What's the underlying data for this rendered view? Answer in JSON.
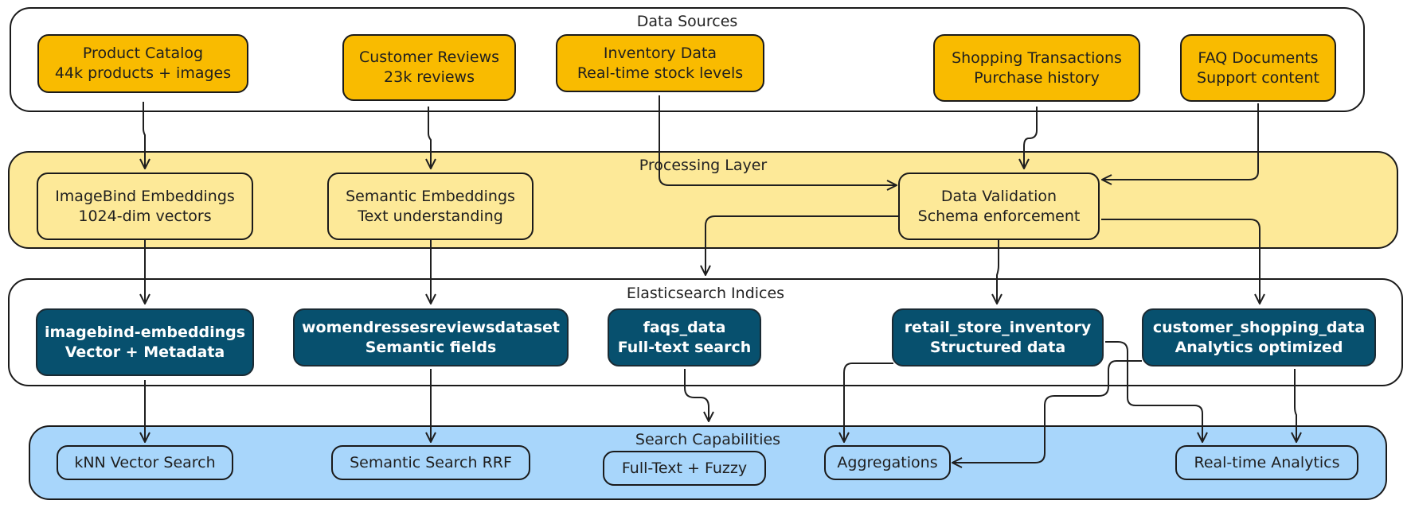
{
  "groups": {
    "data_sources": "Data Sources",
    "processing_layer": "Processing Layer",
    "elasticsearch_indices": "Elasticsearch Indices",
    "search_capabilities": "Search Capabilities"
  },
  "sources": {
    "product_catalog": [
      "Product Catalog",
      "44k products + images"
    ],
    "customer_reviews": [
      "Customer Reviews",
      "23k reviews"
    ],
    "inventory_data": [
      "Inventory Data",
      "Real-time stock levels"
    ],
    "shopping_transactions": [
      "Shopping Transactions",
      "Purchase history"
    ],
    "faq_documents": [
      "FAQ Documents",
      "Support content"
    ]
  },
  "processing": {
    "imagebind_embeddings": [
      "ImageBind Embeddings",
      "1024-dim vectors"
    ],
    "semantic_embeddings": [
      "Semantic Embeddings",
      "Text understanding"
    ],
    "data_validation": [
      "Data Validation",
      "Schema enforcement"
    ]
  },
  "indices": {
    "imagebind_index": [
      "imagebind-embeddings",
      "Vector + Metadata"
    ],
    "reviews_index": [
      "womendressesreviewsdataset",
      "Semantic fields"
    ],
    "faqs_index": [
      "faqs_data",
      "Full-text search"
    ],
    "inventory_index": [
      "retail_store_inventory",
      "Structured data"
    ],
    "shopping_index": [
      "customer_shopping_data",
      "Analytics optimized"
    ]
  },
  "capabilities": {
    "knn": "kNN Vector Search",
    "semantic_rrf": "Semantic Search RRF",
    "fulltext_fuzzy": "Full-Text + Fuzzy",
    "aggregations": "Aggregations",
    "realtime_analytics": "Real-time Analytics"
  },
  "colors": {
    "source_fill": "#f9bb00",
    "processing_group_fill": "#fde998",
    "index_fill": "#07506e",
    "capabilities_fill": "#a8d6fb"
  }
}
